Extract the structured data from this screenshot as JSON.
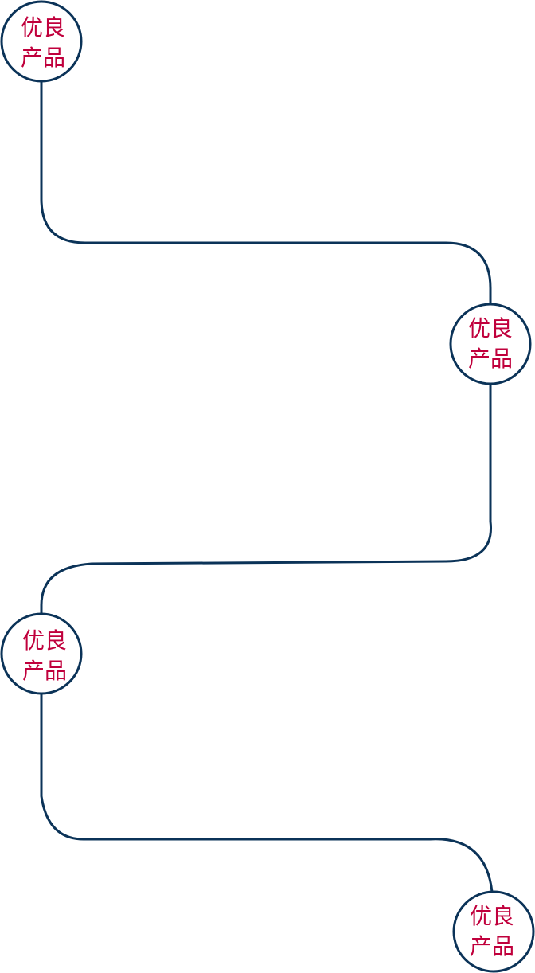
{
  "colors": {
    "stroke": "#0b3358",
    "text": "#c0003c",
    "fill": "#ffffff"
  },
  "nodes": [
    {
      "line1": "优良",
      "line2": "产品"
    },
    {
      "line1": "优良",
      "line2": "产品"
    },
    {
      "line1": "优良",
      "line2": "产品"
    },
    {
      "line1": "优良",
      "line2": "产品"
    }
  ]
}
